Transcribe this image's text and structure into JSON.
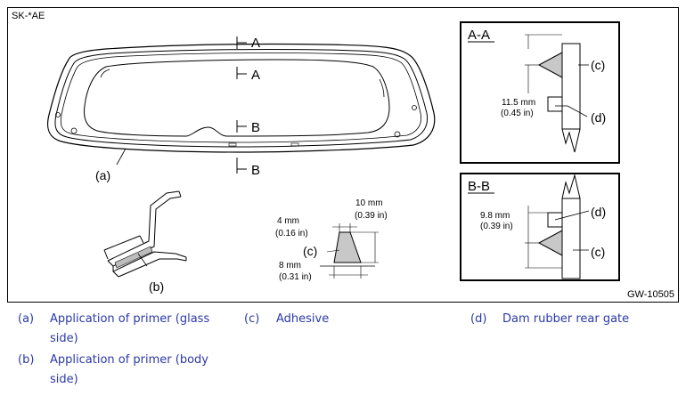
{
  "figure": {
    "id": "SK-*AE",
    "code": "GW-10505",
    "section_marks": {
      "a": "A",
      "b": "B"
    },
    "callouts": {
      "a": "(a)",
      "b": "(b)",
      "c": "(c)",
      "d": "(d)"
    },
    "section_aa": {
      "title": "A-A",
      "dim_mm": "11.5 mm",
      "dim_in": "(0.45 in)"
    },
    "section_bb": {
      "title": "B-B",
      "dim_mm": "9.8 mm",
      "dim_in": "(0.39 in)"
    },
    "bead": {
      "width_mm": "10 mm",
      "width_in": "(0.39 in)",
      "top_mm": "4 mm",
      "top_in": "(0.16 in)",
      "base_mm": "8 mm",
      "base_in": "(0.31 in)"
    }
  },
  "legend": [
    {
      "key": "(a)",
      "text_lines": [
        "Application of primer (glass",
        "side)"
      ]
    },
    {
      "key": "(b)",
      "text_lines": [
        "Application of primer (body",
        "side)"
      ]
    },
    {
      "key": "(c)",
      "text_lines": [
        "Adhesive"
      ]
    },
    {
      "key": "(d)",
      "text_lines": [
        "Dam rubber rear gate"
      ]
    }
  ],
  "colors": {
    "legend_text": "#2b39a8",
    "adhesive_fill": "#c8c8c8"
  }
}
